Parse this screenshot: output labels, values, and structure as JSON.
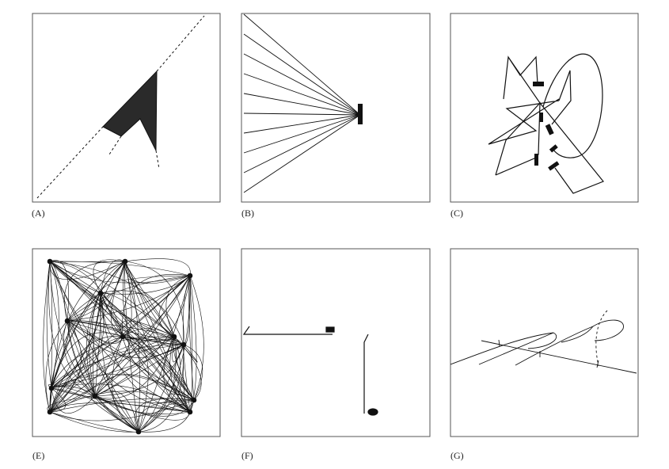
{
  "panels": [
    {
      "label": "(A)"
    },
    {
      "label": "(B)"
    },
    {
      "label": "(C)"
    },
    {
      "label": "(E)"
    },
    {
      "label": "(F)"
    },
    {
      "label": "(G)"
    }
  ],
  "colors": {
    "ink": "#111111",
    "frame": "#555555"
  }
}
